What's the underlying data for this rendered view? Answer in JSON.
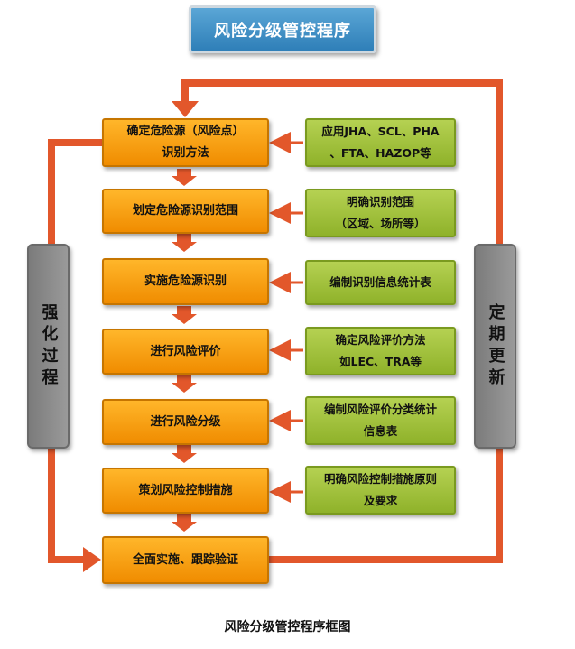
{
  "title": "风险分级管控程序",
  "steps": [
    {
      "line1": "确定危险源（风险点）",
      "line2": "识别方法"
    },
    {
      "line1": "划定危险源识别范围",
      "line2": ""
    },
    {
      "line1": "实施危险源识别",
      "line2": ""
    },
    {
      "line1": "进行风险评价",
      "line2": ""
    },
    {
      "line1": "进行风险分级",
      "line2": ""
    },
    {
      "line1": "策划风险控制措施",
      "line2": ""
    },
    {
      "line1": "全面实施、跟踪验证",
      "line2": ""
    }
  ],
  "notes": [
    {
      "line1": "应用JHA、SCL、PHA",
      "line2": "、FTA、HAZOP等"
    },
    {
      "line1": "明确识别范围",
      "line2": "（区域、场所等）"
    },
    {
      "line1": "编制识别信息统计表",
      "line2": ""
    },
    {
      "line1": "确定风险评价方法",
      "line2": "如LEC、TRA等"
    },
    {
      "line1": "编制风险评价分类统计",
      "line2": "信息表"
    },
    {
      "line1": "明确风险控制措施原则",
      "line2": "及要求"
    }
  ],
  "left_side": "强化过程",
  "right_side": "定期更新",
  "caption": "风险分级管控程序框图",
  "colors": {
    "step": "#f39a0e",
    "note": "#9dbd32",
    "side": "#8a8a8a",
    "arrow": "#e2572b",
    "title": "#3b8cc4"
  }
}
